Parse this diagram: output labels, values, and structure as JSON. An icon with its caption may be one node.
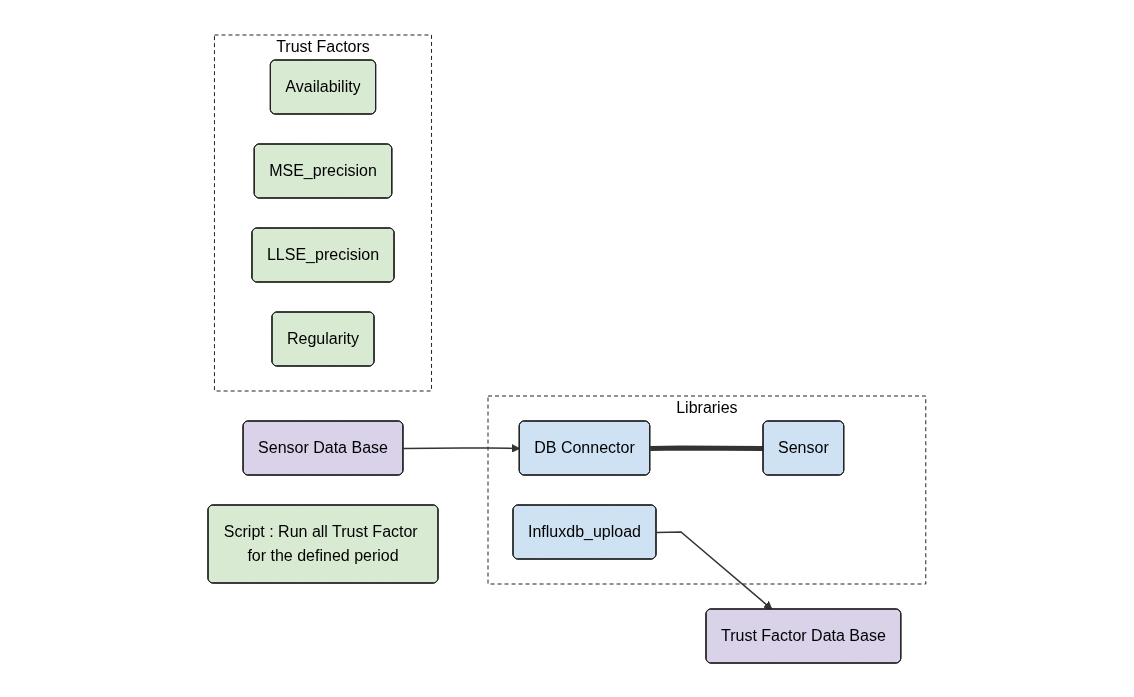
{
  "diagram": {
    "nodes": [
      {
        "text": [
          "Libraries"
        ]
      },
      {
        "text": [
          "DB Connector"
        ],
        "in": 0
      },
      {
        "text": [
          "Sensor"
        ],
        "in": 0
      },
      {
        "text": [
          "Influxdb_upload"
        ],
        "in": 0
      },
      {
        "text": [
          "Sensor Data Base"
        ]
      },
      {
        "text": [
          "Trust Factor Data Base"
        ]
      },
      {
        "text": [
          "Trust Factors"
        ]
      },
      {
        "text": [
          "Availability"
        ],
        "in": 6
      },
      {
        "text": [
          "MSE_precision"
        ],
        "in": 6
      },
      {
        "text": [
          "LLSE_precision"
        ],
        "in": 6
      },
      {
        "text": [
          "Regularity"
        ],
        "in": 6
      },
      {
        "text": [
          "Script : Run all Trust Factor for the defined period"
        ]
      }
    ],
    "edges": [
      {
        "from": 4,
        "to": 1,
        "arrow": "to"
      },
      {
        "from": 1,
        "to": 2,
        "arrow": "none",
        "style": "thick"
      },
      {
        "from": 3,
        "to": 5,
        "arrow": "to"
      }
    ]
  }
}
